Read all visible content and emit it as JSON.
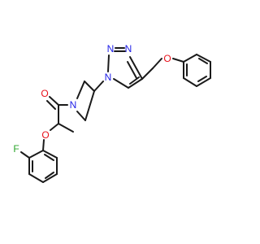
{
  "diagram": {
    "type": "chemical-structure",
    "colors": {
      "bond": "#1a1a1a",
      "oxygen": "#e8101a",
      "nitrogen": "#2020e8",
      "fluorine": "#2aa52a"
    },
    "atom_labels": {
      "ketone_oxygen": "O",
      "ether_oxygen_aryl": "O",
      "ether_oxygen_methylene": "O",
      "azetidine_nitrogen": "N",
      "triazole_n1": "N",
      "triazole_n2": "N",
      "triazole_n3": "N",
      "fluorine": "F"
    }
  }
}
